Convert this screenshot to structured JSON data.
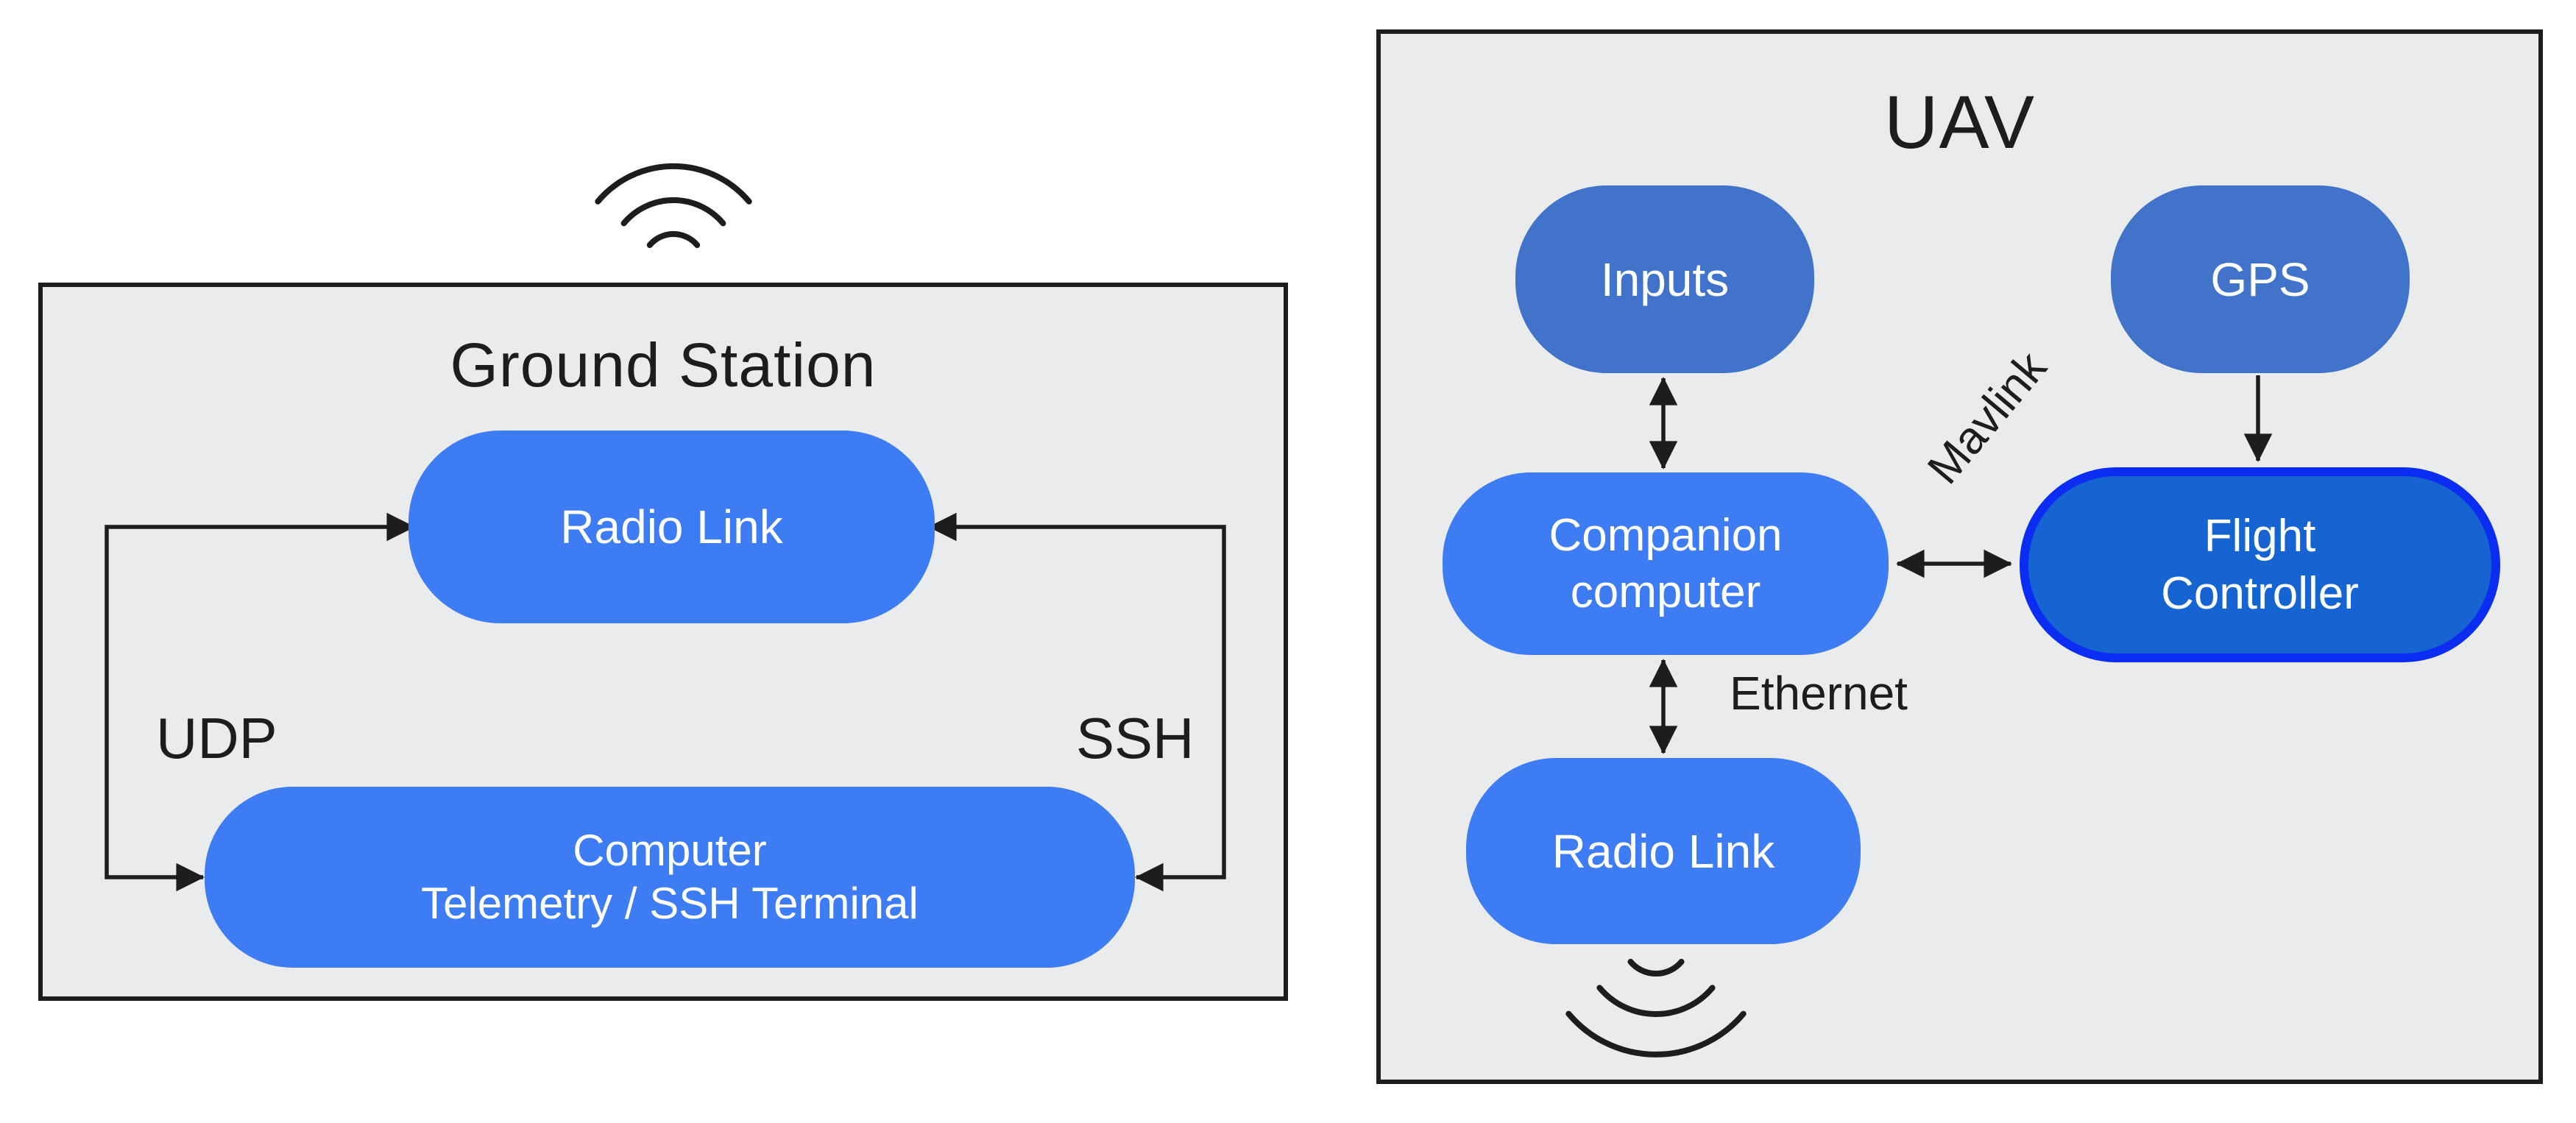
{
  "colors": {
    "bright_blue": "#3d7cf3",
    "muted_blue": "#4273cb",
    "fc_fill": "#1564d2",
    "fc_border": "#0b2df1",
    "box_fill": "#e9ebec",
    "box_border": "#1d1d1d",
    "ink": "#1d1d1d",
    "node_text": "#ffffff",
    "page_bg": "#ffffff"
  },
  "ground_station": {
    "title": "Ground Station",
    "radio_link_label": "Radio Link",
    "computer_line1": "Computer",
    "computer_line2": "Telemetry / SSH Terminal",
    "udp_label": "UDP",
    "ssh_label": "SSH"
  },
  "uav": {
    "title": "UAV",
    "inputs_label": "Inputs",
    "gps_label": "GPS",
    "companion_line1": "Companion",
    "companion_line2": "computer",
    "flight_line1": "Flight",
    "flight_line2": "Controller",
    "radio_link_label": "Radio Link",
    "mavlink_label": "Mavlink",
    "ethernet_label": "Ethernet"
  },
  "icons": {
    "wifi_up": "wifi-signal-upward",
    "wifi_down": "wifi-signal-downward"
  }
}
